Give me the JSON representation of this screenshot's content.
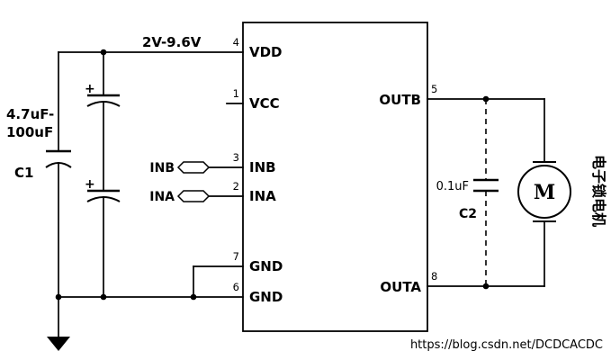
{
  "colors": {
    "ink": "#000000",
    "watermark": "#d0d0d0",
    "background": "#ffffff"
  },
  "power": {
    "label": "2V-9.6V"
  },
  "c1": {
    "value1": "4.7uF-",
    "value2": "100uF",
    "ref": "C1"
  },
  "battery": {
    "plus": "+"
  },
  "ic": {
    "left_pins": [
      {
        "num": "4",
        "name": "VDD"
      },
      {
        "num": "1",
        "name": "VCC"
      },
      {
        "num": "3",
        "name": "INB"
      },
      {
        "num": "2",
        "name": "INA"
      },
      {
        "num": "7",
        "name": "GND"
      },
      {
        "num": "6",
        "name": "GND"
      }
    ],
    "right_pins": [
      {
        "num": "5",
        "name": "OUTB"
      },
      {
        "num": "8",
        "name": "OUTA"
      }
    ]
  },
  "input_ports": [
    {
      "label": "INB"
    },
    {
      "label": "INA"
    }
  ],
  "c2": {
    "value": "0.1uF",
    "ref": "C2"
  },
  "motor": {
    "letter": "M",
    "label": "电子锁电机"
  },
  "watermark": {
    "text": "https://blog.csdn.net/DCDCACDC"
  }
}
